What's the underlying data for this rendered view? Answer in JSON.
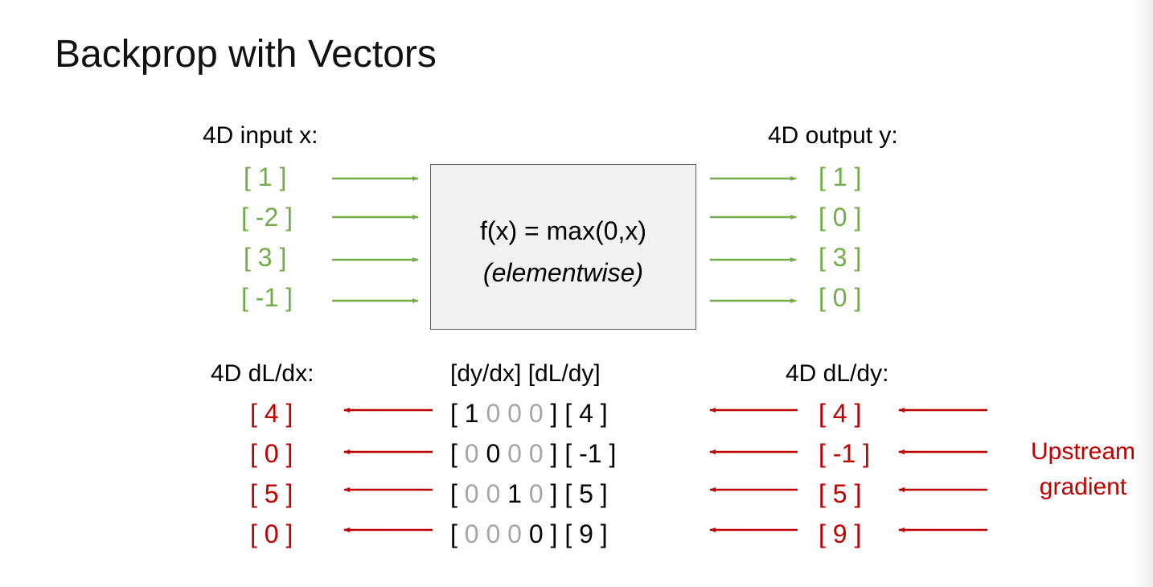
{
  "title": "Backprop with Vectors",
  "input_label": "4D input x:",
  "input_values": [
    "[ 1 ]",
    "[ -2 ]",
    "[ 3 ]",
    "[ -1 ]"
  ],
  "function": {
    "formula": "f(x) = max(0,x)",
    "note": "(elementwise)"
  },
  "output_label": "4D output y:",
  "output_values": [
    "[ 1 ]",
    "[ 0 ]",
    "[ 3 ]",
    "[ 0 ]"
  ],
  "grad_x_label": "4D dL/dx:",
  "grad_x_values": [
    "[ 4 ]",
    "[ 0 ]",
    "[ 5 ]",
    "[ 0 ]"
  ],
  "jacobian_label": "[dy/dx] [dL/dy]",
  "jacobian_rows": [
    {
      "entries": [
        "1",
        "0",
        "0",
        "0"
      ],
      "vec": "[ 4 ]"
    },
    {
      "entries": [
        "0",
        "0",
        "0",
        "0"
      ],
      "vec": "[ -1 ]"
    },
    {
      "entries": [
        "0",
        "0",
        "1",
        "0"
      ],
      "vec": "[ 5 ]"
    },
    {
      "entries": [
        "0",
        "0",
        "0",
        "0"
      ],
      "vec": "[ 9 ]"
    }
  ],
  "jacobian_dark_mask": [
    [
      true,
      false,
      false,
      false
    ],
    [
      false,
      true,
      false,
      false
    ],
    [
      false,
      false,
      true,
      false
    ],
    [
      false,
      false,
      false,
      true
    ]
  ],
  "grad_y_label": "4D dL/dy:",
  "grad_y_values": [
    "[ 4 ]",
    "[ -1 ]",
    "[ 5 ]",
    "[ 9 ]"
  ],
  "upstream_label_line1": "Upstream",
  "upstream_label_line2": "gradient",
  "colors": {
    "forward": "#70ad47",
    "backward": "#c00000",
    "zero_entry": "#a6a6a6",
    "box_fill": "#f2f2f2"
  }
}
